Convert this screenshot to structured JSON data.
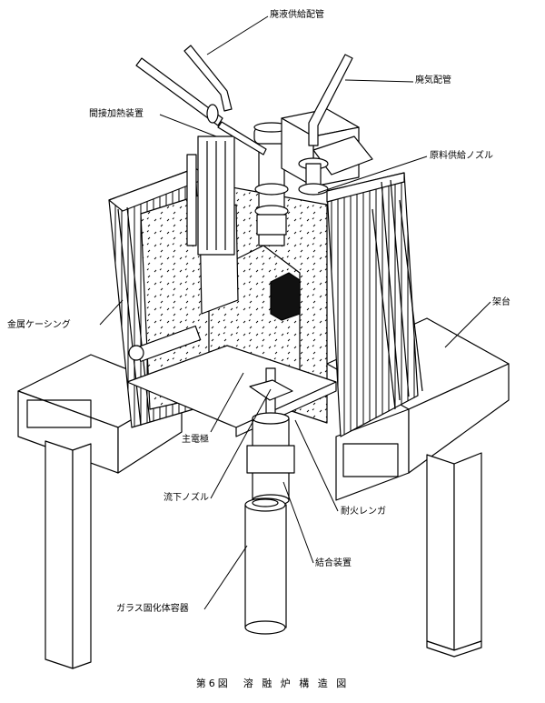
{
  "labels": {
    "waste_liquid_pipe": "廃液供給配管",
    "exhaust_pipe": "廃気配管",
    "indirect_heater": "間接加熱装置",
    "feed_nozzle": "原料供給ノズル",
    "metal_casing": "金属ケーシング",
    "frame": "架台",
    "main_electrode": "主電極",
    "flow_down_nozzle": "流下ノズル",
    "refractory_brick": "耐火レンガ",
    "coupling_device": "結合装置",
    "glass_container": "ガラス固化体容器"
  },
  "caption": "第6図　溶 融 炉 構 造 図"
}
